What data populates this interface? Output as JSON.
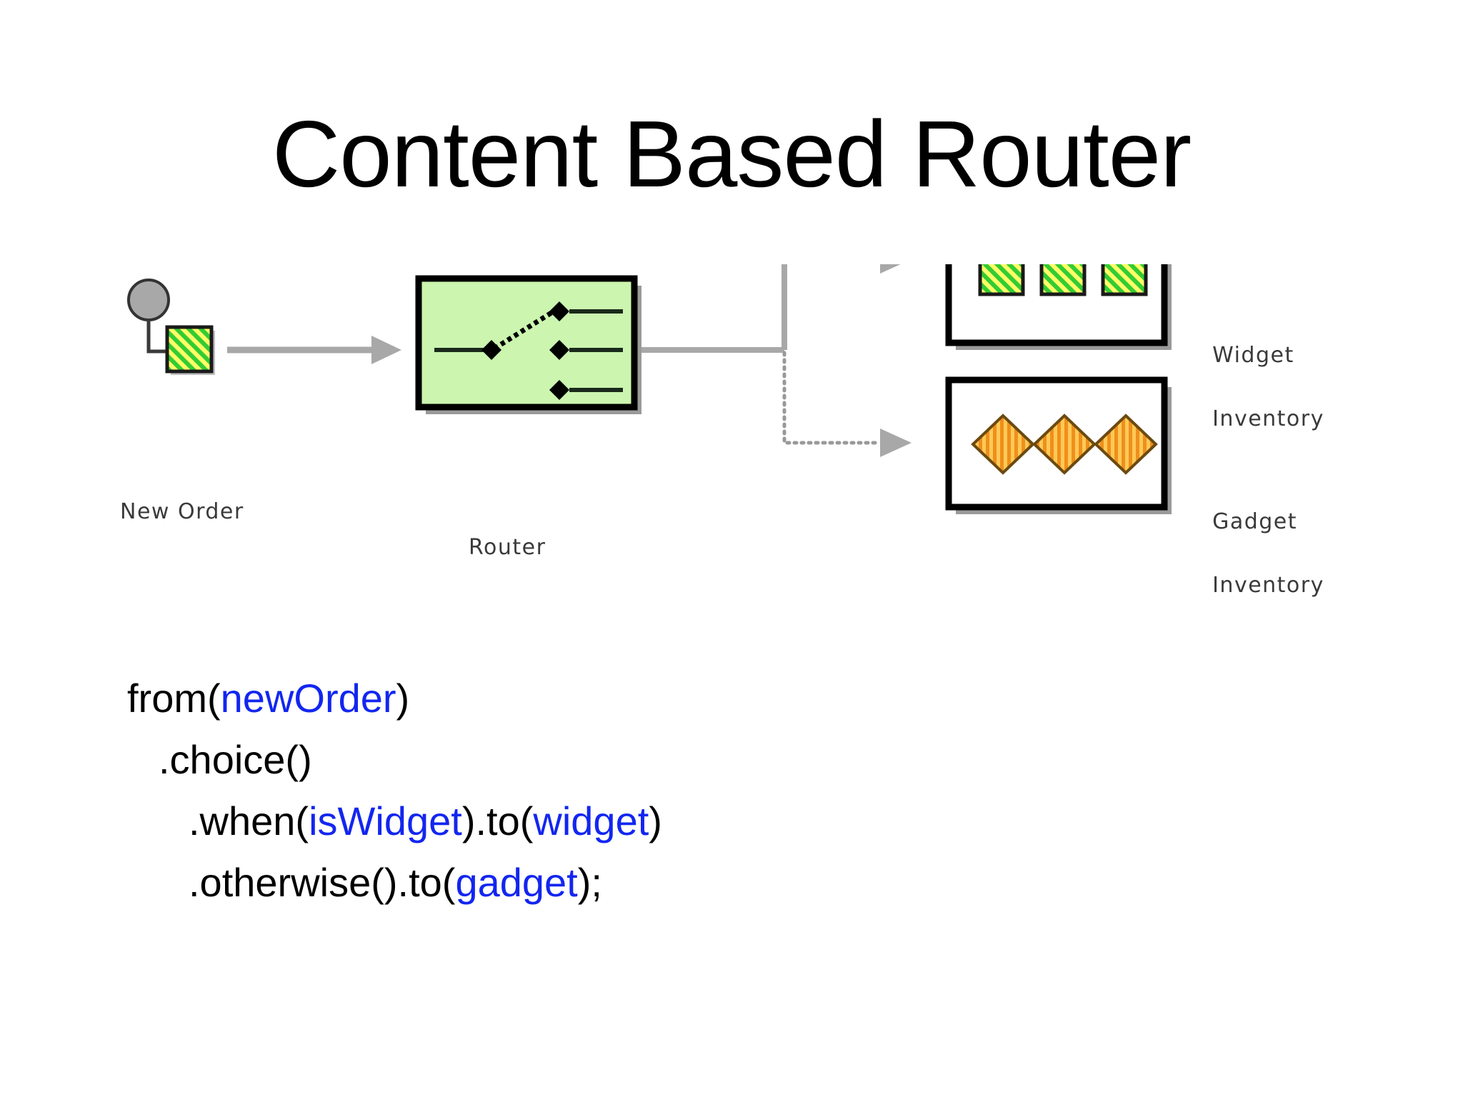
{
  "slide": {
    "title": "Content Based Router",
    "background_color": "#ffffff"
  },
  "diagram": {
    "source": {
      "label": "New Order",
      "circle_color": "#a8a8a8",
      "message_fill": "#33cc33",
      "message_hatch": "#ffff66"
    },
    "router": {
      "label": "Router",
      "box_fill": "#ccf5b0",
      "border_color": "#000000",
      "contacts": 3,
      "active_contact_index": 0
    },
    "outputs": [
      {
        "label_line1": "Widget",
        "label_line2": "Inventory",
        "item_shape": "square",
        "item_count": 3,
        "item_fill": "#33cc33",
        "item_hatch": "#ffff66",
        "connector_style": "solid"
      },
      {
        "label_line1": "Gadget",
        "label_line2": "Inventory",
        "item_shape": "diamond",
        "item_count": 3,
        "item_fill": "#f5a623",
        "item_hatch": "#ffd24d",
        "connector_style": "dotted"
      }
    ],
    "connector_color": "#a8a8a8",
    "shadow_color": "#9a9a9a"
  },
  "code": {
    "accent_color": "#1226f0",
    "lines": [
      {
        "indent": 0,
        "segments": [
          {
            "text": "from(",
            "ref": false
          },
          {
            "text": "newOrder",
            "ref": true
          },
          {
            "text": ")",
            "ref": false
          }
        ]
      },
      {
        "indent": 1,
        "segments": [
          {
            "text": ".choice()",
            "ref": false
          }
        ]
      },
      {
        "indent": 2,
        "segments": [
          {
            "text": ".when(",
            "ref": false
          },
          {
            "text": "isWidget",
            "ref": true
          },
          {
            "text": ").to(",
            "ref": false
          },
          {
            "text": "widget",
            "ref": true
          },
          {
            "text": ")",
            "ref": false
          }
        ]
      },
      {
        "indent": 2,
        "segments": [
          {
            "text": ".otherwise().to(",
            "ref": false
          },
          {
            "text": "gadget",
            "ref": true
          },
          {
            "text": ");",
            "ref": false
          }
        ]
      }
    ],
    "plain_text": "from(newOrder)\n  .choice()\n    .when(isWidget).to(widget)\n    .otherwise().to(gadget);"
  }
}
